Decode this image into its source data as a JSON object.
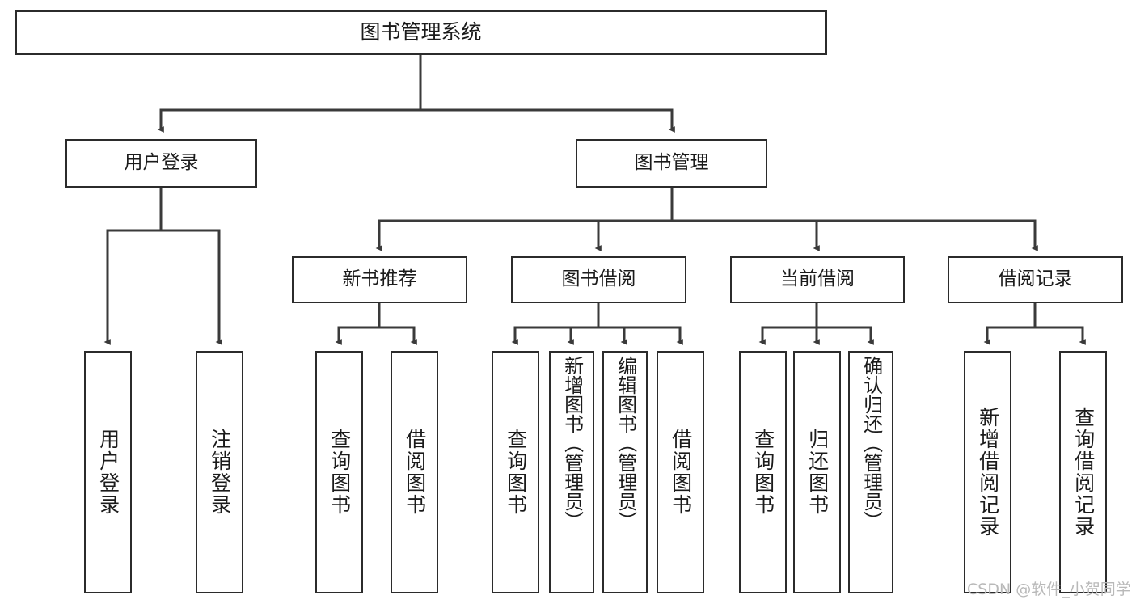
{
  "diagram": {
    "title": "图书管理系统",
    "type": "tree",
    "watermark": "CSDN @软件_小贺同学",
    "colors": {
      "box_border": "#2b2b2b",
      "box_fill": "#ffffff",
      "edge": "#3a3a3a",
      "text": "#1b1b1b",
      "watermark": "#b9b9b9",
      "background": "#ffffff"
    },
    "root": {
      "label": "图书管理系统"
    },
    "level2": [
      {
        "label": "用户登录"
      },
      {
        "label": "图书管理"
      }
    ],
    "level3": [
      {
        "label": "新书推荐"
      },
      {
        "label": "图书借阅"
      },
      {
        "label": "当前借阅"
      },
      {
        "label": "借阅记录"
      }
    ],
    "leaves": {
      "user_login": [
        {
          "label": "用户登录"
        },
        {
          "label": "注销登录"
        }
      ],
      "new_book_recommend": [
        {
          "label": "查询图书"
        },
        {
          "label": "借阅图书"
        }
      ],
      "book_borrow": [
        {
          "label": "查询图书"
        },
        {
          "label": "新增图书（管理员）"
        },
        {
          "label": "编辑图书（管理员）"
        },
        {
          "label": "借阅图书"
        }
      ],
      "current_borrow": [
        {
          "label": "查询图书"
        },
        {
          "label": "归还图书"
        },
        {
          "label": "确认归还（管理员）"
        }
      ],
      "borrow_record": [
        {
          "label": "新增借阅记录"
        },
        {
          "label": "查询借阅记录"
        }
      ]
    }
  }
}
